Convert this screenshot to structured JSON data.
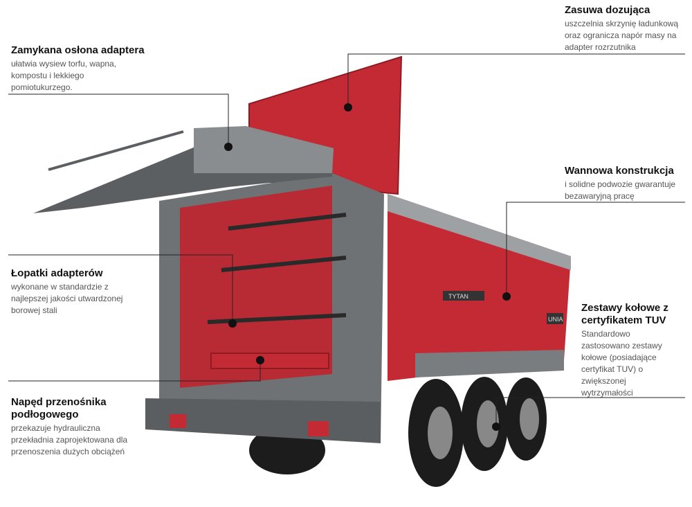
{
  "callouts": {
    "adapter_cover": {
      "title": "Zamykana osłona adaptera",
      "desc": "ułatwia wysiew torfu, wapna, kompostu i lekkiego pomiotukurzego."
    },
    "dosing_gate": {
      "title": "Zasuwa dozująca",
      "desc": "uszczelnia skrzynię ładunkową oraz ogranicza napór masy na adapter rozrzutnika"
    },
    "tub_construction": {
      "title": "Wannowa konstrukcja",
      "desc": "i solidne podwozie gwarantuje bezawaryjną pracę"
    },
    "adapter_blades": {
      "title": "Łopatki adapterów",
      "desc": "wykonane w standardzie z najlepszej jakości utwardzonej borowej stali"
    },
    "wheel_sets": {
      "title": "Zestawy kołowe z certyfikatem TUV",
      "desc": "Standardowo zastosowano zestawy kołowe (posiadające certyfikat TUV) o zwiększonej wytrzymałości"
    },
    "floor_conveyor": {
      "title": "Napęd przenośnika podłogowego",
      "desc": "przekazuje hydrauliczna przekładnia zaprojektowana dla przenoszenia dużych obciążeń"
    }
  },
  "product": {
    "model_label": "TYTAN",
    "brand_label": "UNIA"
  },
  "colors": {
    "body_red": "#c42a34",
    "dark_red": "#8e1a22",
    "frame_grey": "#6f7274",
    "tyre_black": "#1c1c1c",
    "marker_dot": "#111111"
  }
}
